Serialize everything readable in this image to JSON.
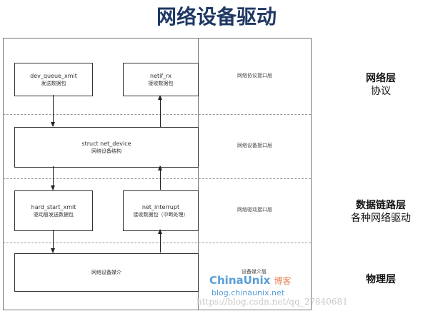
{
  "title": "网络设备驱动",
  "boxes": {
    "dev_queue_xmit": {
      "name": "dev_queue_xmit",
      "desc": "发送数据包"
    },
    "netif_rx": {
      "name": "netif_rx",
      "desc": "接收数据包"
    },
    "net_device": {
      "name": "struct net_device",
      "desc": "网络设备结构"
    },
    "hard_start_xmit": {
      "name": "hard_start_xmit",
      "desc": "驱动层发送数据包"
    },
    "net_interrupt": {
      "name": "net_interrupt",
      "desc": "接收数据包（中断处理）"
    },
    "media": {
      "name": "网络设备媒介"
    }
  },
  "layer_labels": {
    "protocol": "网络协议接口层",
    "device": "网络设备接口层",
    "driver": "网络驱动接口层",
    "media": "设备媒介层"
  },
  "side_labels": {
    "network": {
      "bold": "网络层",
      "normal": "协议"
    },
    "datalink": {
      "bold": "数据链路层",
      "normal": "各种网络驱动"
    },
    "physical": {
      "bold": "物理层"
    }
  },
  "watermarks": {
    "brand": "ChinaUnix",
    "brand_sub": "博客",
    "site": "blog.chinaunix.net",
    "url": "https://blog.csdn.net/qq_27840681"
  }
}
